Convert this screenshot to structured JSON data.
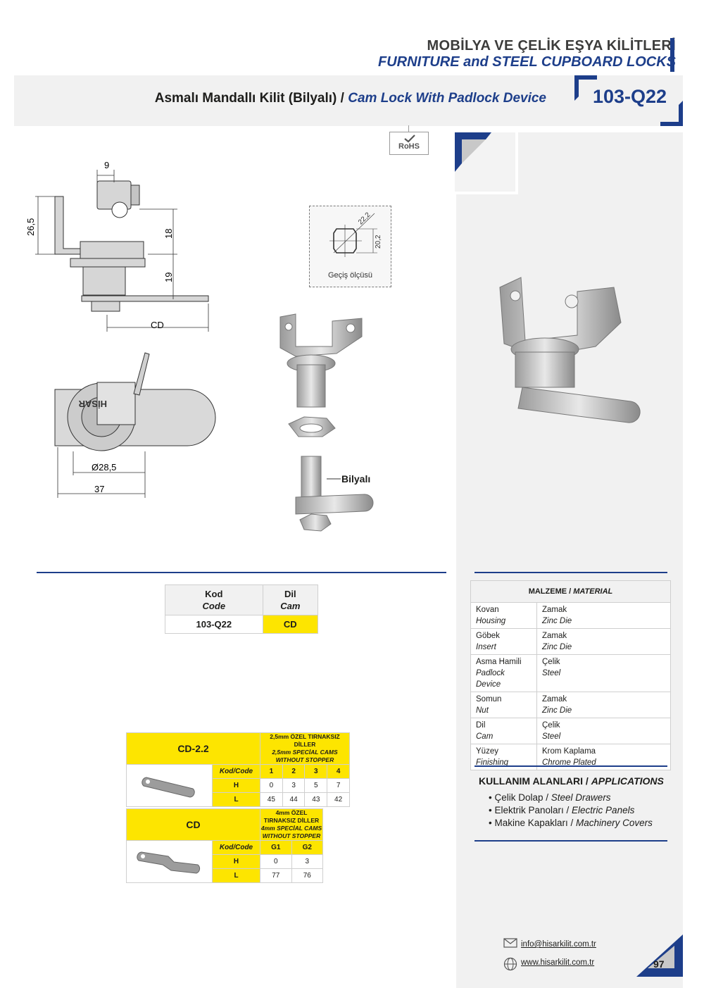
{
  "header": {
    "category_tr": "MOBİLYA VE ÇELİK EŞYA KİLİTLERİ",
    "category_en": "FURNITURE and STEEL CUPBOARD LOCKS"
  },
  "product": {
    "name_tr": "Asmalı Mandallı Kilit (Bilyalı) /",
    "name_en": "Cam Lock With Padlock Device",
    "code": "103-Q22"
  },
  "badges": {
    "rohs": "RoHS"
  },
  "drawing": {
    "dims": {
      "top_width": "9",
      "height_left": "26,5",
      "height_18": "18",
      "height_19": "19",
      "cd_label": "CD",
      "diameter": "Ø28,5",
      "width_37": "37",
      "brand_mark": "HİSAR"
    },
    "passage": {
      "d1": "22,2",
      "d2": "20,2",
      "caption": "Geçiş ölçüsü"
    },
    "ball_label": "Bilyalı"
  },
  "code_table": {
    "h1_tr": "Kod",
    "h1_en": "Code",
    "h2_tr": "Dil",
    "h2_en": "Cam",
    "row_code": "103-Q22",
    "row_cam": "CD"
  },
  "materials": {
    "title_tr": "MALZEME /",
    "title_en": "MATERIAL",
    "rows": [
      {
        "part_tr": "Kovan",
        "part_en": "Housing",
        "mat_tr": "Zamak",
        "mat_en": "Zinc Die"
      },
      {
        "part_tr": "Göbek",
        "part_en": "Insert",
        "mat_tr": "Zamak",
        "mat_en": "Zinc Die"
      },
      {
        "part_tr": "Asma Hamili",
        "part_en": "Padlock Device",
        "mat_tr": "Çelik",
        "mat_en": "Steel"
      },
      {
        "part_tr": "Somun",
        "part_en": "Nut",
        "mat_tr": "Zamak",
        "mat_en": "Zinc Die"
      },
      {
        "part_tr": "Dil",
        "part_en": "Cam",
        "mat_tr": "Çelik",
        "mat_en": "Steel"
      },
      {
        "part_tr": "Yüzey",
        "part_en": "Finishing",
        "mat_tr": "Krom Kaplama",
        "mat_en": "Chrome Plated"
      }
    ]
  },
  "applications": {
    "title_tr": "KULLANIM ALANLARI /",
    "title_en": "APPLICATIONS",
    "items": [
      {
        "tr": "• Çelik Dolap /",
        "en": "Steel Drawers"
      },
      {
        "tr": "• Elektrik Panoları /",
        "en": "Electric Panels"
      },
      {
        "tr": "• Makine Kapakları /",
        "en": "Machinery Covers"
      }
    ]
  },
  "cams": [
    {
      "name": "CD-2.2",
      "desc_tr": "2,5mm ÖZEL TIRNAKSIZ DİLLER",
      "desc_en": "2,5mm SPECİAL CAMS WITHOUT STOPPER",
      "col_head": "Kod/Code",
      "cols": [
        "1",
        "2",
        "3",
        "4"
      ],
      "H": [
        "0",
        "3",
        "5",
        "7"
      ],
      "L": [
        "45",
        "44",
        "43",
        "42"
      ]
    },
    {
      "name": "CD",
      "desc_tr": "4mm ÖZEL TIRNAKSIZ DİLLER",
      "desc_en": "4mm SPECİAL CAMS WITHOUT STOPPER",
      "col_head": "Kod/Code",
      "cols": [
        "G1",
        "G2"
      ],
      "H": [
        "0",
        "3"
      ],
      "L": [
        "77",
        "76"
      ]
    }
  ],
  "row_labels": {
    "h": "H",
    "l": "L"
  },
  "contact": {
    "email": "info@hisarkilit.com.tr",
    "web": "www.hisarkilit.com.tr"
  },
  "page_number": "97",
  "colors": {
    "brand_blue": "#1d3e8a",
    "highlight_yellow": "#fde500",
    "panel_grey": "#f1f1f1"
  }
}
